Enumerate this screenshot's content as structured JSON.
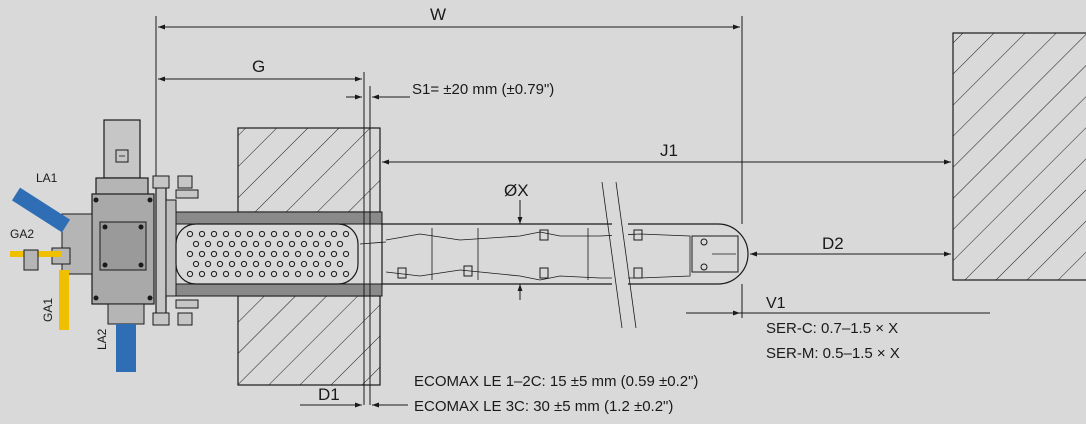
{
  "labels": {
    "W": "W",
    "G": "G",
    "S1": "S1= ±20 mm (±0.79\")",
    "J1": "J1",
    "OX": "ØX",
    "D2": "D2",
    "V1": "V1",
    "ser_c": "SER-C: 0.7–1.5 × X",
    "ser_m": "SER-M: 0.5–1.5 × X",
    "D1": "D1",
    "ecomax_1_2c": "ECOMAX LE 1–2C: 15 ±5 mm (0.59 ±0.2\")",
    "ecomax_3c": "ECOMAX LE 3C: 30 ±5 mm (1.2 ±0.2\")"
  },
  "connections": {
    "LA1": "LA1",
    "GA2": "GA2",
    "GA1": "GA1",
    "LA2": "LA2"
  },
  "colors": {
    "background": "#d9d9d9",
    "air_pipe": "#2f6db5",
    "gas_pipe": "#f0c000",
    "housing": "#a9a9a9",
    "wall_fill": "#d9d9d9",
    "sleeve": "#8a8a8a"
  }
}
